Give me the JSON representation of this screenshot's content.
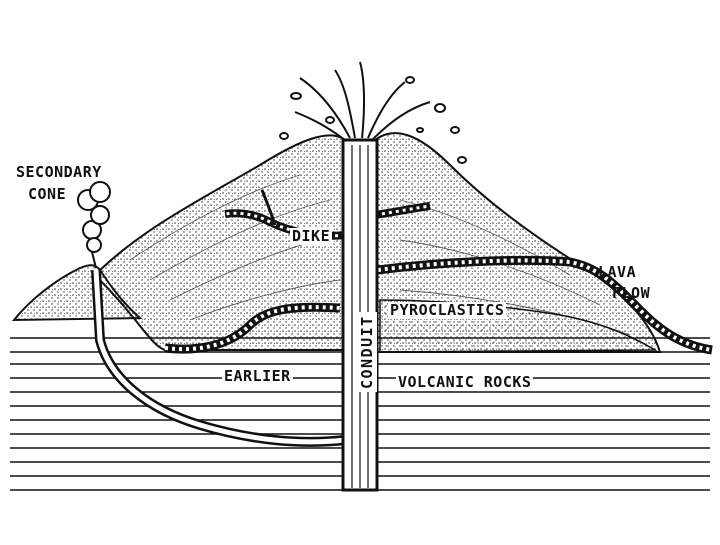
{
  "labels": {
    "secondary_cone_line1": "SECONDARY",
    "secondary_cone_line2": "CONE",
    "dike": "DIKE",
    "lava_flow_line1": "LAVA",
    "lava_flow_line2": "FLOW",
    "pyroclastics": "PYROCLASTICS",
    "earlier": "EARLIER",
    "conduit": "CONDUIT",
    "volcanic_rocks": "VOLCANIC ROCKS"
  },
  "colors": {
    "ink": "#111111",
    "paper": "#ffffff",
    "stipple": "#4a4a4a"
  }
}
